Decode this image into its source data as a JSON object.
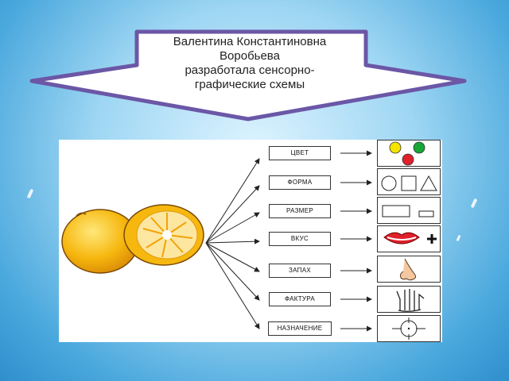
{
  "banner": {
    "lines": [
      "Валентина Константиновна",
      "Воробьева",
      "разработала  сенсорно-",
      "графические схемы"
    ]
  },
  "diagram": {
    "properties": [
      {
        "label": "ЦВЕТ",
        "icon": "color-dots-icon"
      },
      {
        "label": "ФОРМА",
        "icon": "shapes-icon"
      },
      {
        "label": "РАЗМЕР",
        "icon": "size-rectangles-icon"
      },
      {
        "label": "ВКУС",
        "icon": "lips-plus-icon"
      },
      {
        "label": "ЗАПАХ",
        "icon": "nose-icon"
      },
      {
        "label": "ФАКТУРА",
        "icon": "hand-icon"
      },
      {
        "label": "НАЗНАЧЕНИЕ",
        "icon": "target-crosshair-icon"
      }
    ],
    "colors": {
      "yellow": "#f5e400",
      "green": "#17a535",
      "red": "#e0202a",
      "fruit": "#f6b70f"
    }
  }
}
